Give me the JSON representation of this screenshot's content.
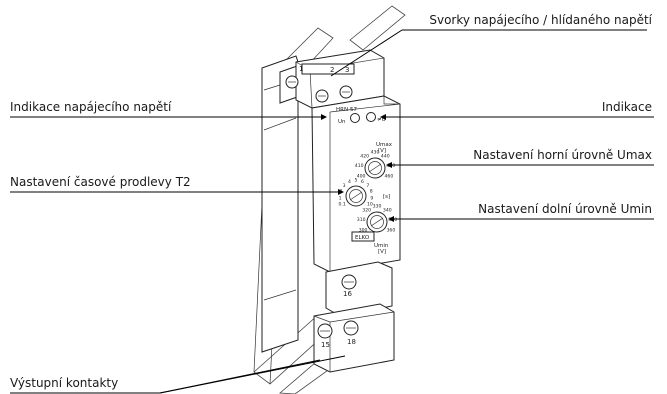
{
  "callouts": {
    "terminals_supply": "Svorky napájecího / hlídaného napětí",
    "supply_indication": "Indikace napájecího napětí",
    "indication": "Indikace",
    "upper_setting": "Nastavení horní úrovně Umax",
    "time_delay": "Nastavení časové prodlevy T2",
    "lower_setting": "Nastavení dolní úrovně Umin",
    "output_contacts": "Výstupní kontakty"
  },
  "device": {
    "model": "HRN-57",
    "led_un": "Un",
    "led_u": "≠U",
    "brand": "ELKO",
    "terminals_top": [
      "1",
      "2",
      "3"
    ],
    "terminal_mid": "16",
    "terminals_bottom": [
      "15",
      "18"
    ],
    "umax": {
      "title": "Umax",
      "unit": "[V]",
      "ticks": [
        "400",
        "410",
        "420",
        "430",
        "440",
        "450",
        "460"
      ]
    },
    "t2": {
      "unit": "[s]",
      "ticks": [
        "0.1",
        "1",
        "2",
        "3",
        "4",
        "5",
        "6",
        "7",
        "8",
        "9",
        "10"
      ]
    },
    "umin": {
      "title": "Umin",
      "unit": "[V]",
      "ticks": [
        "300",
        "310",
        "320",
        "330",
        "340",
        "350",
        "360"
      ]
    }
  }
}
